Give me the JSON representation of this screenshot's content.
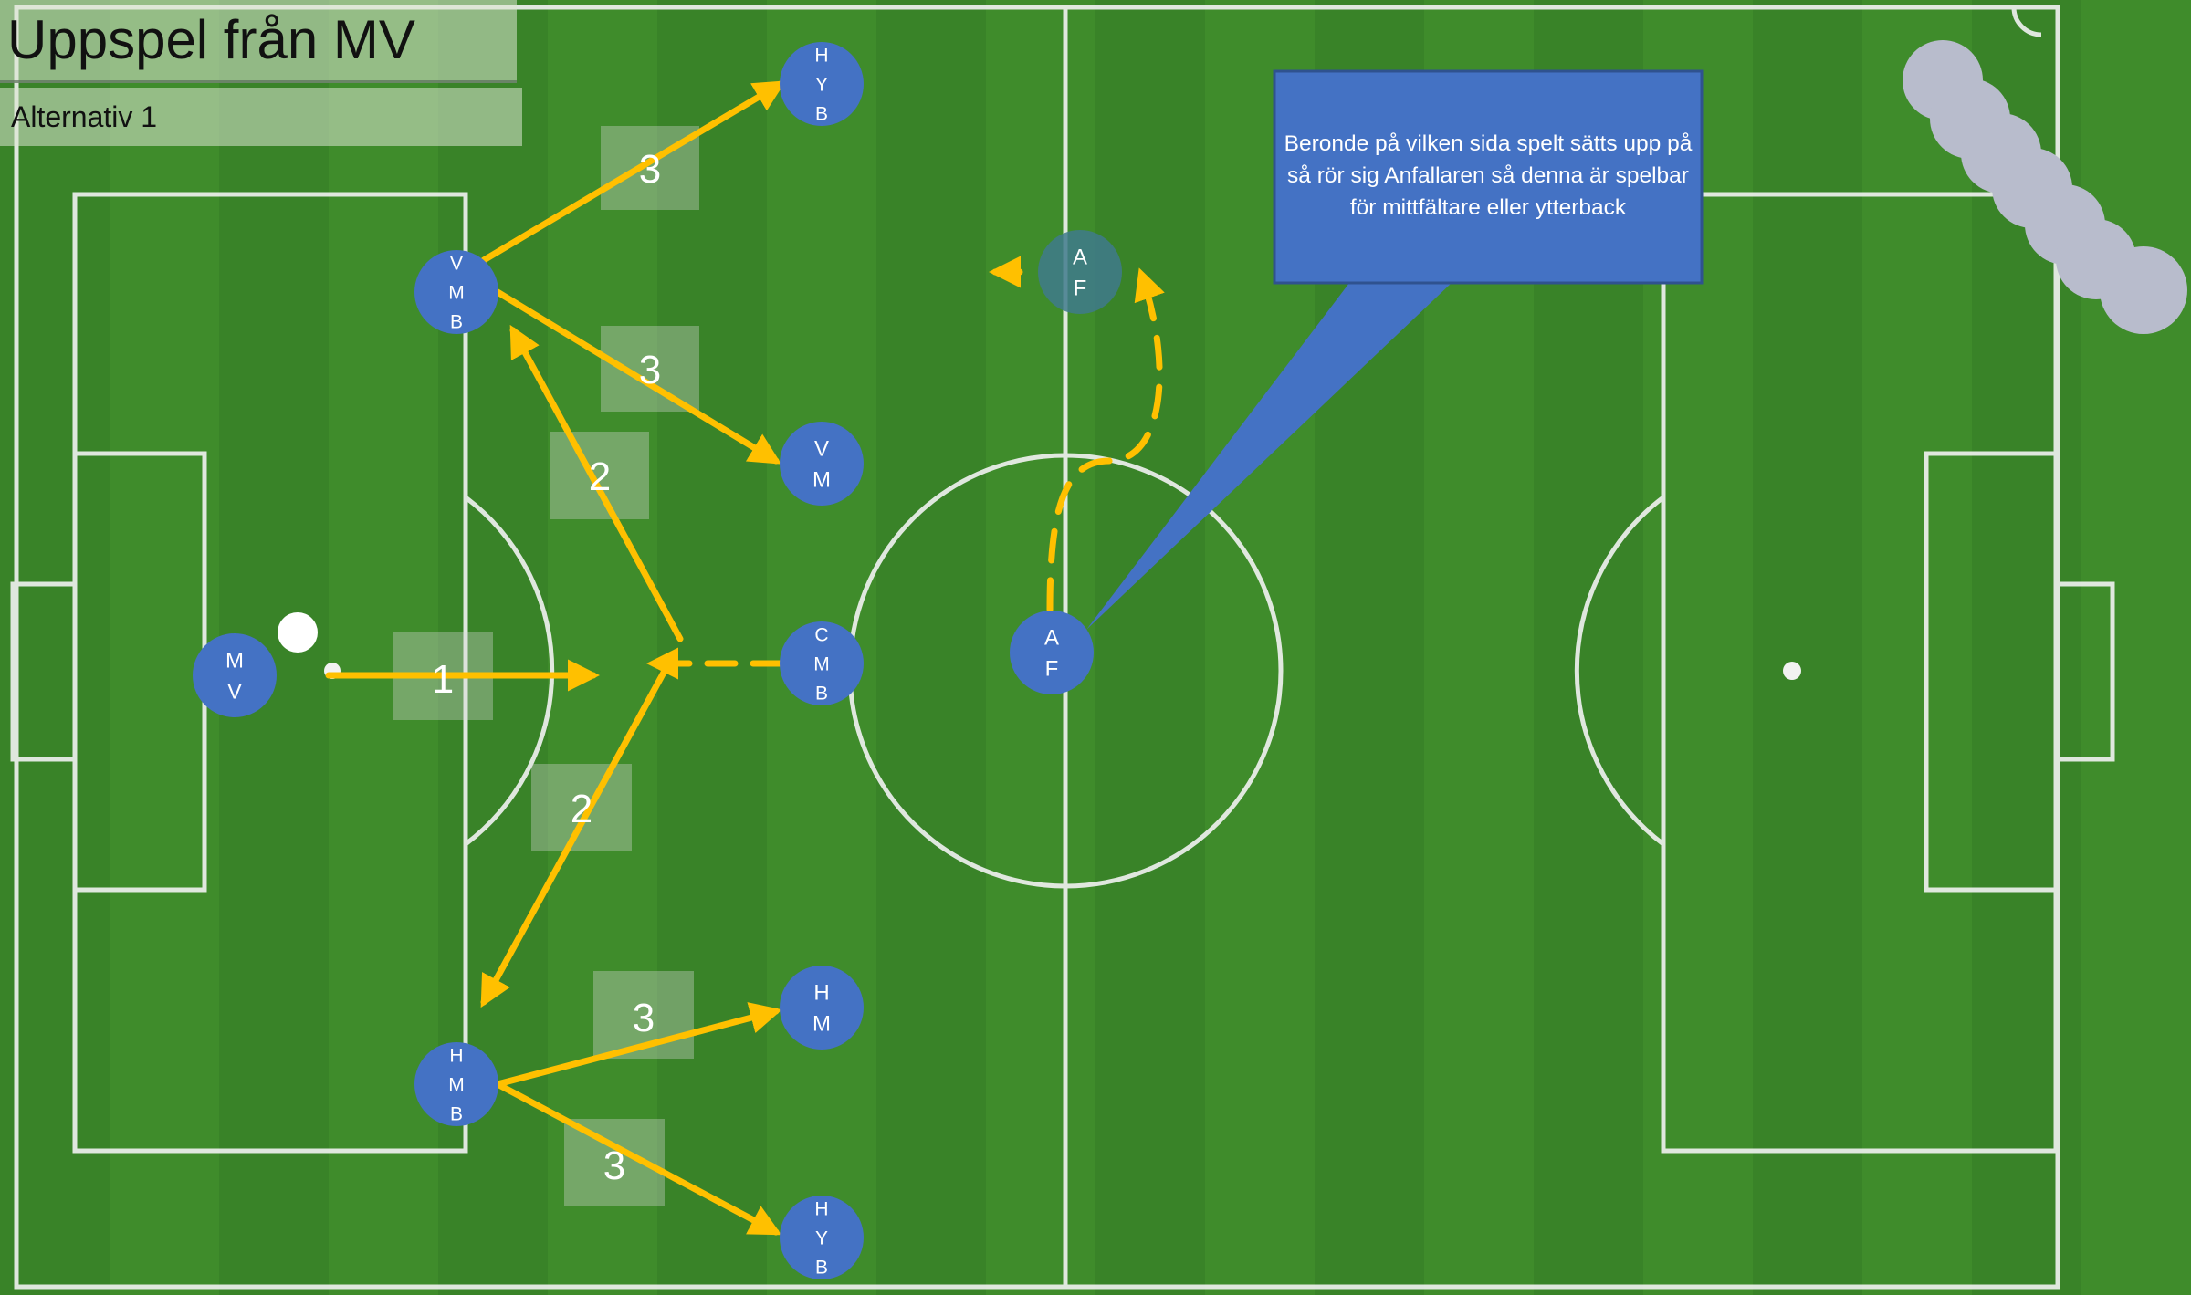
{
  "title": "Uppspel från MV",
  "subtitle": "Alternativ 1",
  "callout": "Beronde på vilken sida spelt sätts upp på så rör sig Anfallaren så denna är spelbar för mittfältare eller ytterback",
  "colors": {
    "grass": "#3f8a2c",
    "player": "#4472c4",
    "player_faded": "#3f7a8c",
    "arrow": "#ffc000",
    "callout": "#4472c4",
    "label_box": "#d9d9d9",
    "blob": "#b8bccc"
  },
  "players": [
    {
      "id": "mv",
      "lines": [
        "M",
        "V"
      ]
    },
    {
      "id": "vmb",
      "lines": [
        "V",
        "M",
        "B"
      ]
    },
    {
      "id": "cmb",
      "lines": [
        "C",
        "M",
        "B"
      ]
    },
    {
      "id": "hmb",
      "lines": [
        "H",
        "M",
        "B"
      ]
    },
    {
      "id": "vyb",
      "lines": [
        "H",
        "Y",
        "B"
      ]
    },
    {
      "id": "vm",
      "lines": [
        "V",
        "M"
      ]
    },
    {
      "id": "hm",
      "lines": [
        "H",
        "M"
      ]
    },
    {
      "id": "hyb",
      "lines": [
        "H",
        "Y",
        "B"
      ]
    },
    {
      "id": "af",
      "lines": [
        "A",
        "F"
      ]
    },
    {
      "id": "af_target",
      "lines": [
        "A",
        "F"
      ]
    }
  ],
  "pass_numbers": [
    "1",
    "2",
    "2",
    "3",
    "3",
    "3",
    "3"
  ]
}
